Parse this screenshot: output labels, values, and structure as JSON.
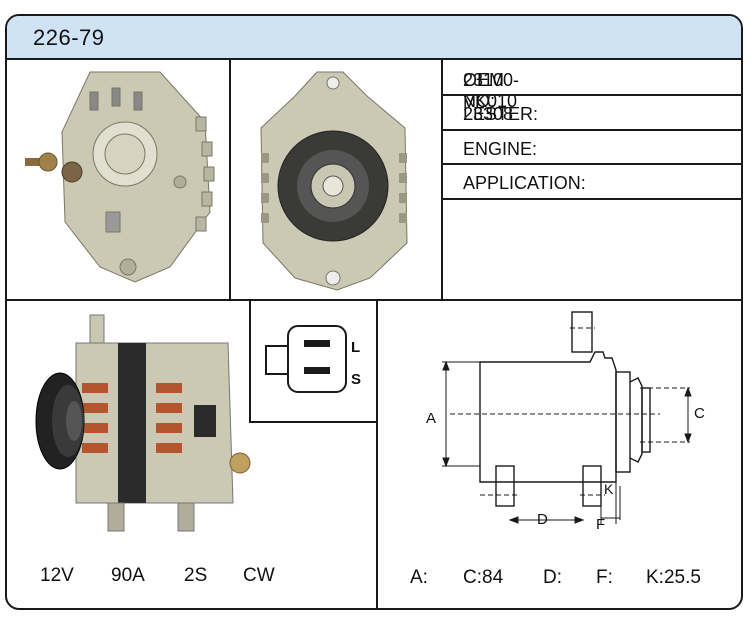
{
  "header": {
    "part_number": "226-79"
  },
  "specs": [
    {
      "label": "OEM NO:",
      "value": "23100-VK010"
    },
    {
      "label": "LESTER:",
      "value": "23308"
    },
    {
      "label": "ENGINE:",
      "value": ""
    },
    {
      "label": "APPLICATION:",
      "value": ""
    }
  ],
  "connector": {
    "pin_top": "L",
    "pin_bottom": "S"
  },
  "drawing_labels": {
    "a": "A",
    "c": "C",
    "d": "D",
    "f": "F",
    "k": "K"
  },
  "electrical": {
    "voltage": "12V",
    "amperage": "90A",
    "grooves": "2S",
    "rotation": "CW"
  },
  "dimensions": {
    "a": "A:",
    "c": "C:84",
    "d": "D:",
    "f": "F:",
    "k": "K:25.5"
  },
  "colors": {
    "header_bg": "#cfe3f5",
    "border": "#1a1a1a",
    "housing": "#c9c6b2",
    "pulley": "#2b2b2b",
    "stator": "#b5552f"
  },
  "icons": [
    "alternator-rear-view",
    "alternator-front-view",
    "alternator-side-view",
    "connector-plug"
  ]
}
